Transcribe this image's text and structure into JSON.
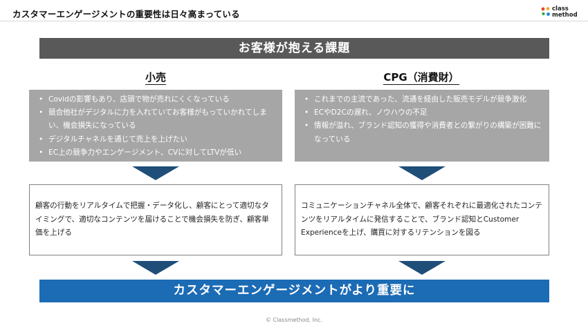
{
  "header": {
    "title": "カスタマーエンゲージメントの重要性は日々高まっている",
    "logo_line1": "class",
    "logo_line2": "method",
    "logo_icon": "classmethod-logo-icon"
  },
  "banner": "お客様が抱える課題",
  "retail": {
    "heading": "小売",
    "issues": [
      "Covidの影響もあり、店頭で物が売れにくくなっている",
      "競合他社がデジタルに力を入れていてお客様がもっていかれてしまい、機会損失になっている",
      "デジタルチャネルを通じて売上を上げたい",
      "EC上の競争力やエンゲージメント、CVに対してLTVが低い"
    ],
    "solution": "顧客の行動をリアルタイムで把握・データ化し、顧客にとって適切なタイミングで、適切なコンテンツを届けることで機会損失を防ぎ、顧客単価を上げる"
  },
  "cpg": {
    "heading": "CPG（消費財）",
    "issues": [
      "これまでの主流であった、流通を経由した販売モデルが競争激化",
      "ECやD2Cの遅れ、ノウハウの不足",
      "情報が溢れ、ブランド認知の獲得や消費者との繋がりの構築が困難になっている"
    ],
    "solution": "コミュニケーションチャネル全体で、顧客それぞれに最適化されたコンテンツをリアルタイムに発信することで、ブランド認知とCustomer Experienceを上げ、購買に対するリテンションを図る"
  },
  "conclusion": "カスタマーエンゲージメントがより重要に",
  "footer": {
    "copyright": "© Classmethod, Inc."
  },
  "colors": {
    "banner": "#595959",
    "issues_box": "#a6a6a6",
    "arrow": "#1f4e79",
    "conclusion": "#1c6bb5"
  }
}
